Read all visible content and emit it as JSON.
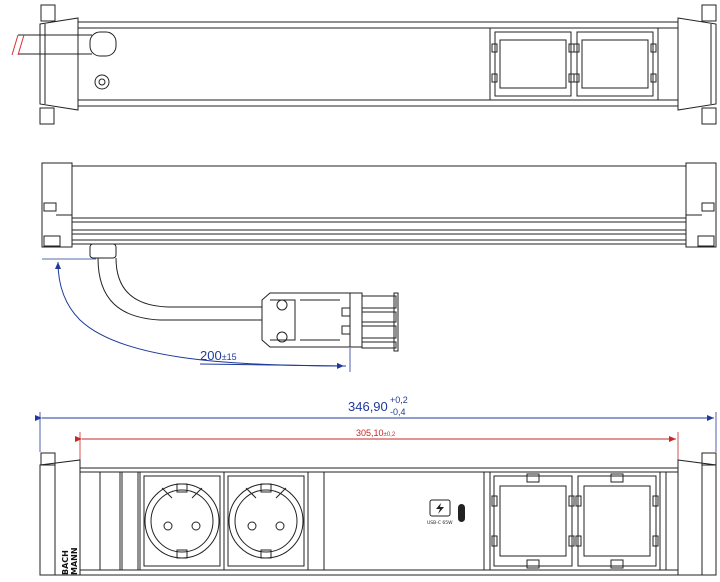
{
  "dimensions": {
    "cable_length": {
      "value": "200",
      "tolerance": "±15"
    },
    "overall_length": {
      "value": "346,90",
      "tol_upper": "+0,2",
      "tol_lower": "-0,4"
    },
    "mounting_length": {
      "value": "305,10",
      "tolerance": "±0,2"
    }
  },
  "labels": {
    "brand_line1": "BACH",
    "brand_line2": "MANN",
    "usb_label": "USB-C 65W"
  },
  "colors": {
    "outline": "#222222",
    "dimension_blue": "#1f3a9a",
    "dimension_red": "#c62828",
    "break_mark": "#d33333"
  }
}
